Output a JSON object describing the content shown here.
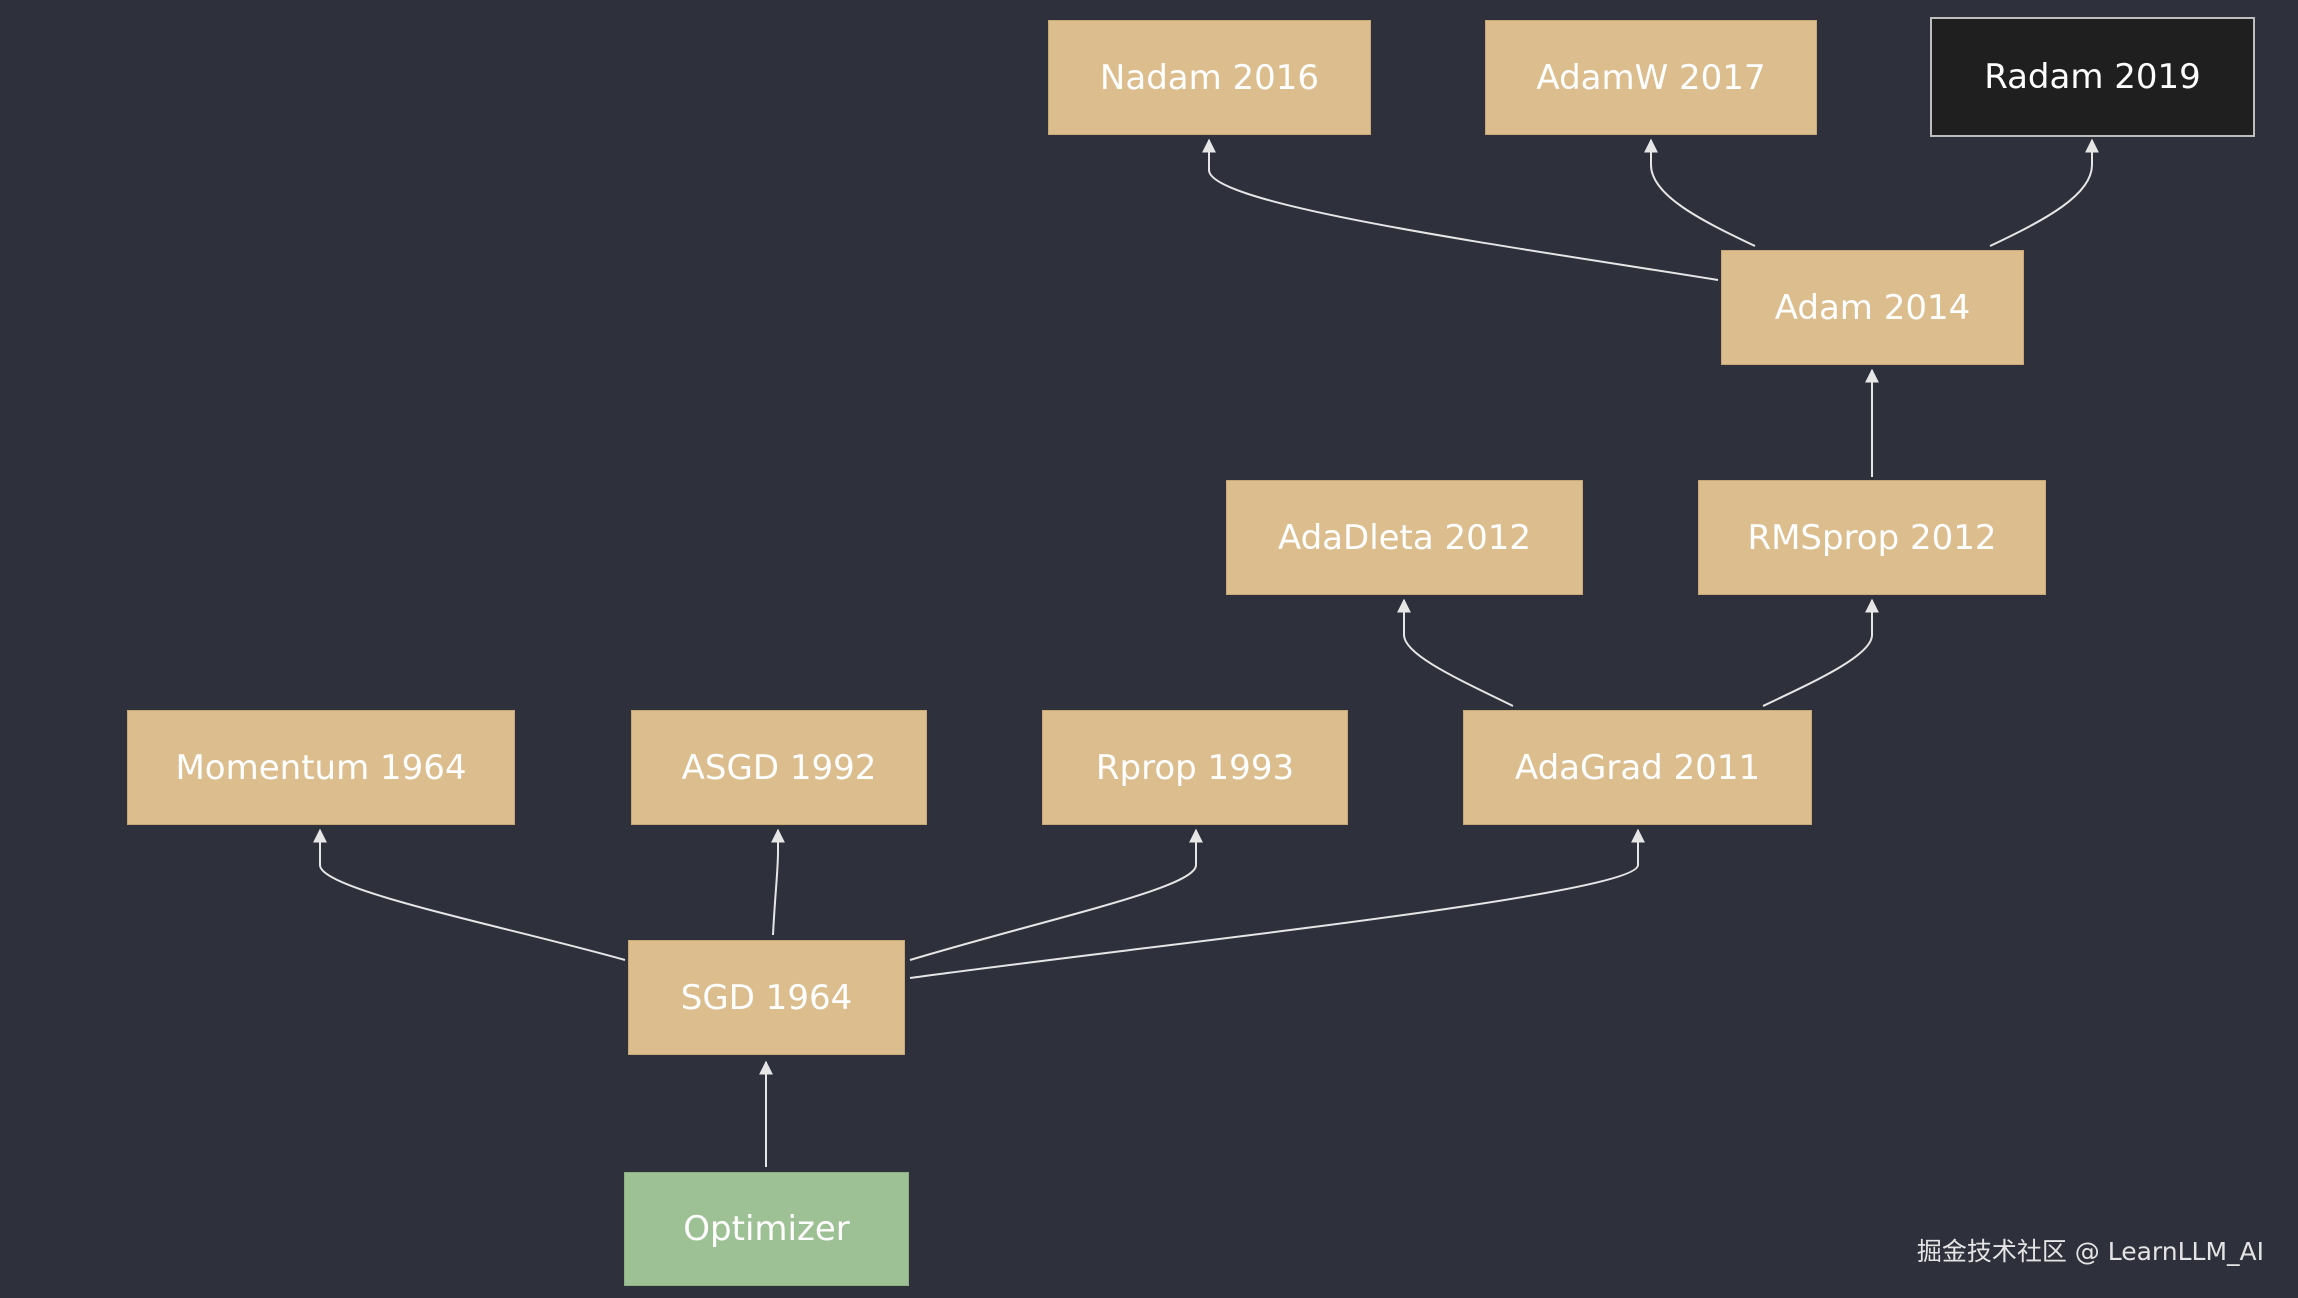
{
  "colors": {
    "background": "#2e303b",
    "node_fill": "#dcbd8e",
    "start_fill": "#9ec095",
    "highlight_fill": "#1f1f1f",
    "edge": "#e6e6e6"
  },
  "nodes": {
    "optimizer": "Optimizer",
    "sgd": "SGD 1964",
    "momentum": "Momentum 1964",
    "asgd": "ASGD 1992",
    "rprop": "Rprop 1993",
    "adagrad": "AdaGrad 2011",
    "adadelta": "AdaDleta 2012",
    "rmsprop": "RMSprop 2012",
    "adam": "Adam 2014",
    "nadam": "Nadam 2016",
    "adamw": "AdamW 2017",
    "radam": "Radam 2019"
  },
  "edges": [
    {
      "from": "optimizer",
      "to": "sgd"
    },
    {
      "from": "sgd",
      "to": "momentum"
    },
    {
      "from": "sgd",
      "to": "asgd"
    },
    {
      "from": "sgd",
      "to": "rprop"
    },
    {
      "from": "sgd",
      "to": "adagrad"
    },
    {
      "from": "adagrad",
      "to": "adadelta"
    },
    {
      "from": "adagrad",
      "to": "rmsprop"
    },
    {
      "from": "rmsprop",
      "to": "adam"
    },
    {
      "from": "adam",
      "to": "nadam"
    },
    {
      "from": "adam",
      "to": "adamw"
    },
    {
      "from": "adam",
      "to": "radam"
    }
  ],
  "watermark": "掘金技术社区 @ LearnLLM_AI"
}
